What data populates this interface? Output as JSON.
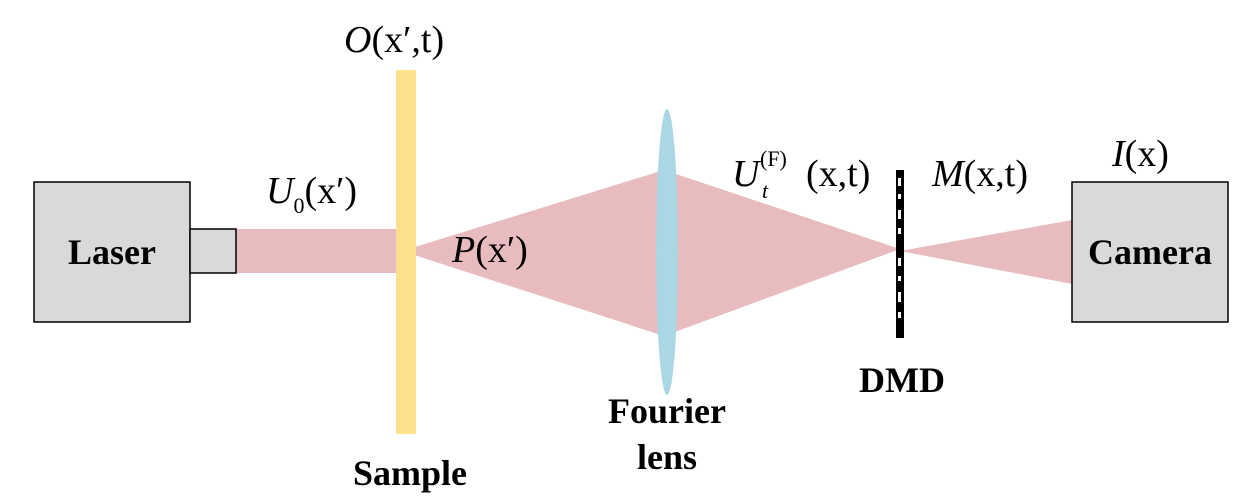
{
  "components": {
    "laser": "Laser",
    "camera": "Camera",
    "sample": "Sample",
    "fourier_lens": [
      "Fourier",
      "lens"
    ],
    "dmd": "DMD"
  },
  "fields": {
    "object": {
      "base": "O",
      "args": "(x′,t)"
    },
    "input_beam": {
      "base": "U",
      "sub": "0",
      "args": "(x′)"
    },
    "propagated": {
      "base": "P",
      "args": "(x′)"
    },
    "fourier_field": {
      "base": "U",
      "sub": "t",
      "sup": "(F)",
      "args": "(x,t)"
    },
    "modulation": {
      "base": "M",
      "args": "(x,t)"
    },
    "intensity": {
      "base": "I",
      "args": "(x)"
    }
  },
  "colors": {
    "beam": "#e8bcbe",
    "sample_slab": "#fde08e",
    "lens": "#abd6e3",
    "box_fill": "#d9d9d9",
    "box_stroke": "#000000",
    "dmd": "#000000"
  }
}
